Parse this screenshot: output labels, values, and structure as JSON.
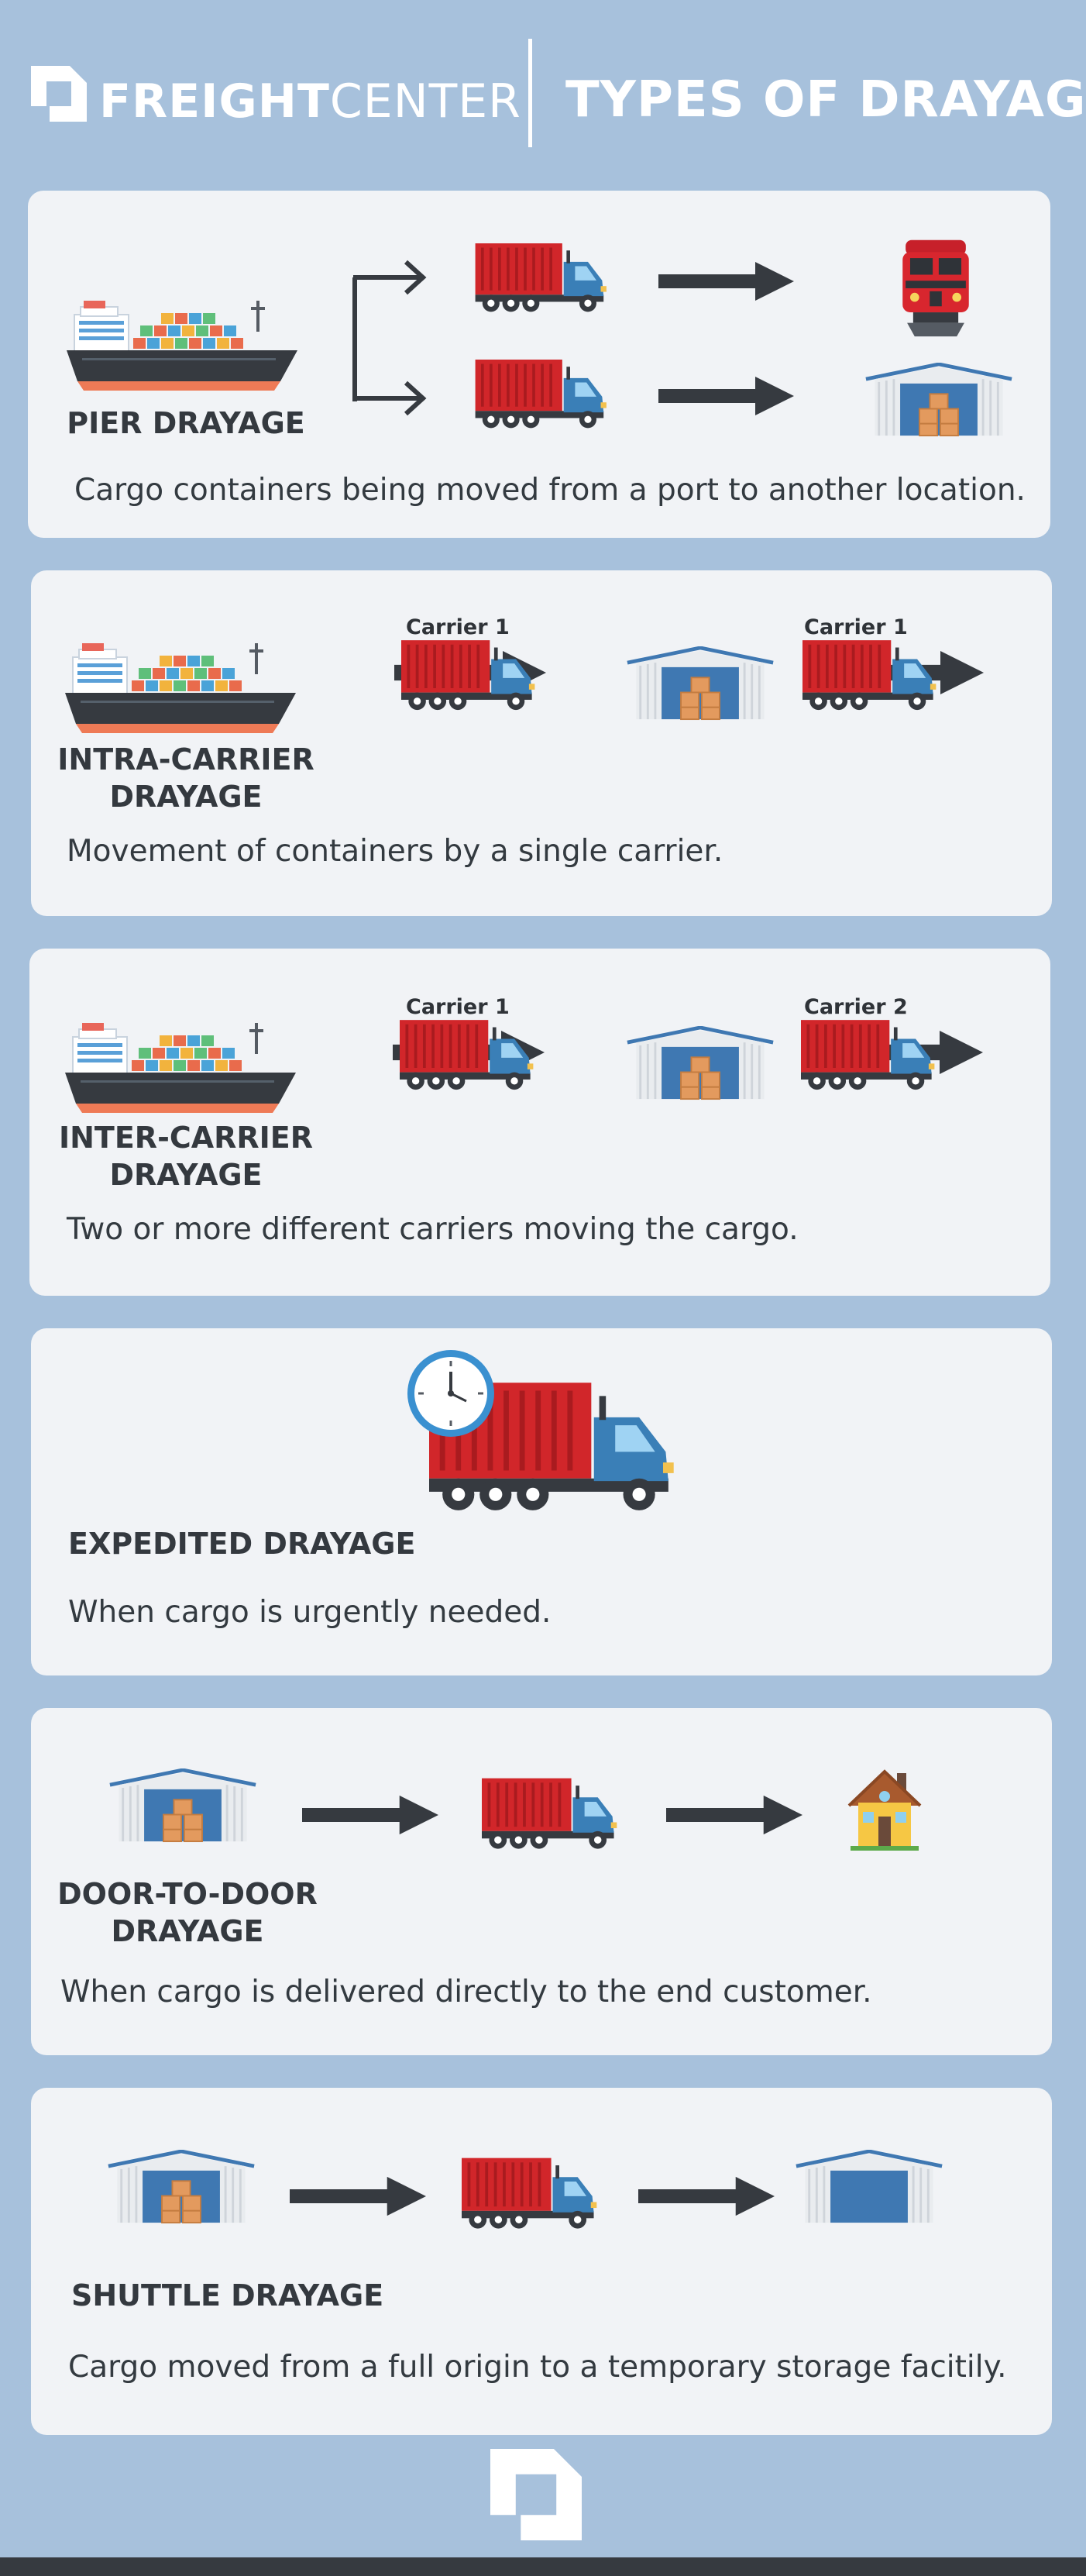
{
  "header": {
    "brand_bold": "FREIGHT",
    "brand_light": "CENTER",
    "title": "TYPES OF DRAYAGE"
  },
  "cards": {
    "pier": {
      "title": "PIER DRAYAGE",
      "description": "Cargo containers being moved from a port to another location."
    },
    "intra": {
      "title_line1": "INTRA-CARRIER",
      "title_line2": "DRAYAGE",
      "carrier_a": "Carrier 1",
      "carrier_b": "Carrier 1",
      "description": "Movement of containers by a single carrier."
    },
    "inter": {
      "title_line1": "INTER-CARRIER",
      "title_line2": "DRAYAGE",
      "carrier_a": "Carrier 1",
      "carrier_b": "Carrier 2",
      "description": "Two or more different carriers moving the cargo."
    },
    "expedited": {
      "title": "EXPEDITED DRAYAGE",
      "description": "When cargo is urgently needed."
    },
    "door": {
      "title_line1": "DOOR-TO-DOOR",
      "title_line2": "DRAYAGE",
      "description": "When cargo is delivered directly to the end customer."
    },
    "shuttle": {
      "title": "SHUTTLE DRAYAGE",
      "description": "Cargo moved from a full origin to a temporary storage facitily."
    }
  },
  "icons": [
    "freightcenter-logo-icon",
    "cargo-ship-icon",
    "semi-truck-icon",
    "arrow-right-icon",
    "branch-arrow-icon",
    "train-locomotive-icon",
    "warehouse-icon",
    "clock-icon",
    "house-icon"
  ],
  "colors": {
    "background": "#a7c1dc",
    "card": "#f1f3f6",
    "text_dark": "#34393f",
    "container_red": "#d1262a",
    "truck_blue": "#3a7fb7",
    "arrow_dark": "#363a40",
    "ship_orange": "#ee7a56"
  }
}
